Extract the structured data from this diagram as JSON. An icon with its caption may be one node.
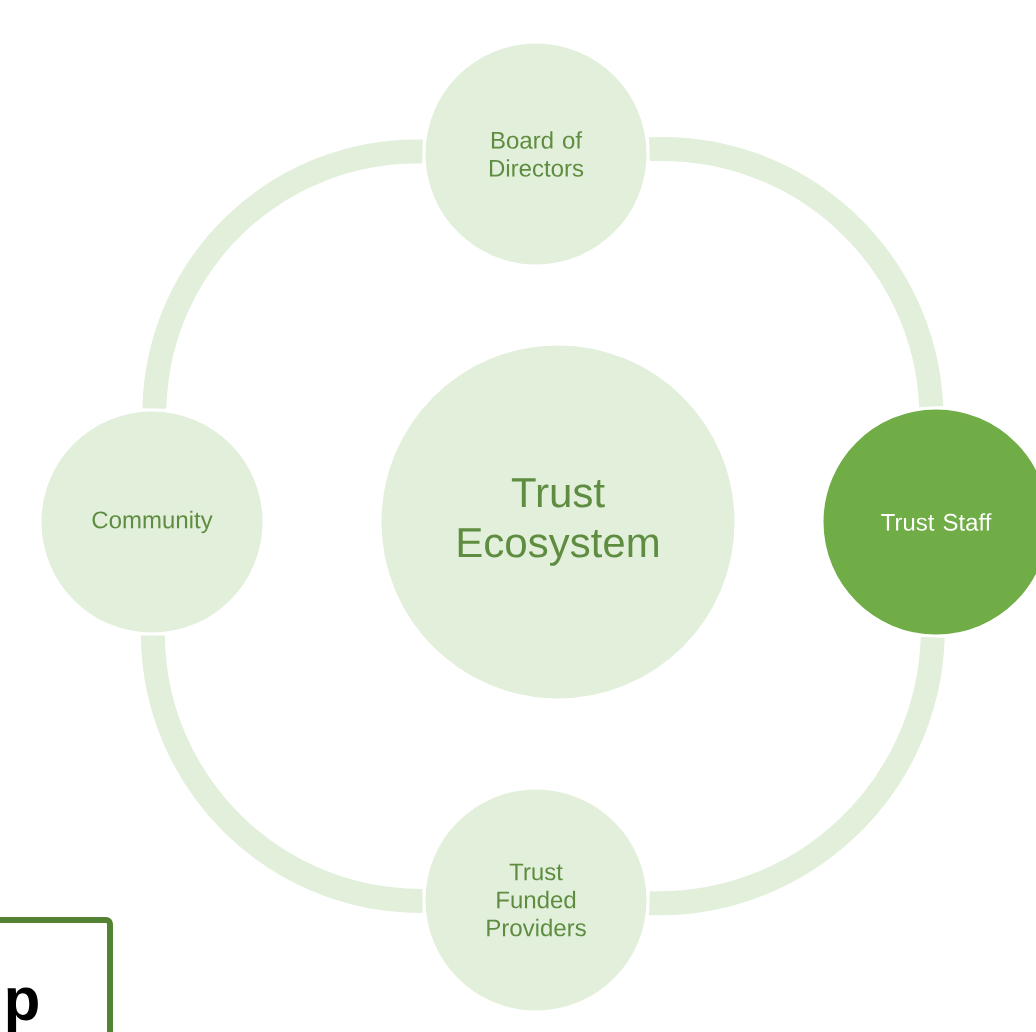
{
  "diagram": {
    "nodes": [
      {
        "text": [
          "Trust Ecosystem"
        ]
      },
      {
        "text": [
          "Board of Directors"
        ]
      },
      {
        "text": [
          "Community"
        ]
      },
      {
        "text": [
          "Trust Staff"
        ]
      },
      {
        "text": [
          "Trust Funded Providers"
        ]
      },
      {
        "text": [
          "p"
        ]
      }
    ],
    "edges": [
      {
        "from": 1,
        "to": 3,
        "arrow": "none"
      },
      {
        "from": 3,
        "to": 4,
        "arrow": "none"
      },
      {
        "from": 4,
        "to": 2,
        "arrow": "none"
      },
      {
        "from": 2,
        "to": 1,
        "arrow": "none"
      }
    ]
  }
}
